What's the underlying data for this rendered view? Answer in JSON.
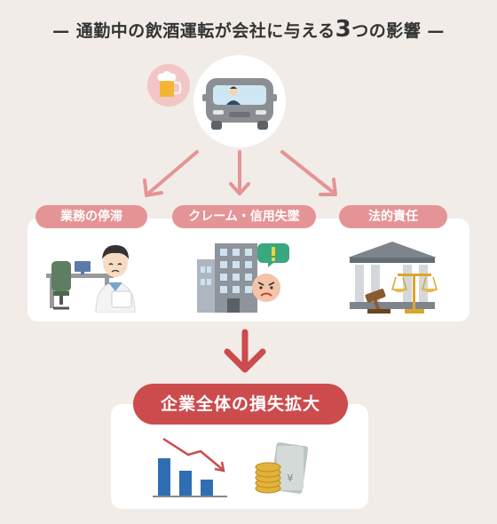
{
  "title": {
    "lead": "通勤中の飲酒運転が会社に与える",
    "number": "3",
    "tail": "つの影響"
  },
  "impacts": [
    {
      "label": "業務の停滞"
    },
    {
      "label": "クレーム・信用失墜"
    },
    {
      "label": "法的責任"
    }
  ],
  "result": {
    "label": "企業全体の損失拡大"
  },
  "colors": {
    "background": "#f1ece7",
    "pill": "#e59495",
    "result_pill": "#cc4b4d",
    "arrow_light": "#e59495",
    "arrow_dark": "#cc4b4d",
    "bar_blue": "#2f6eb3"
  },
  "currency_symbol": "¥"
}
